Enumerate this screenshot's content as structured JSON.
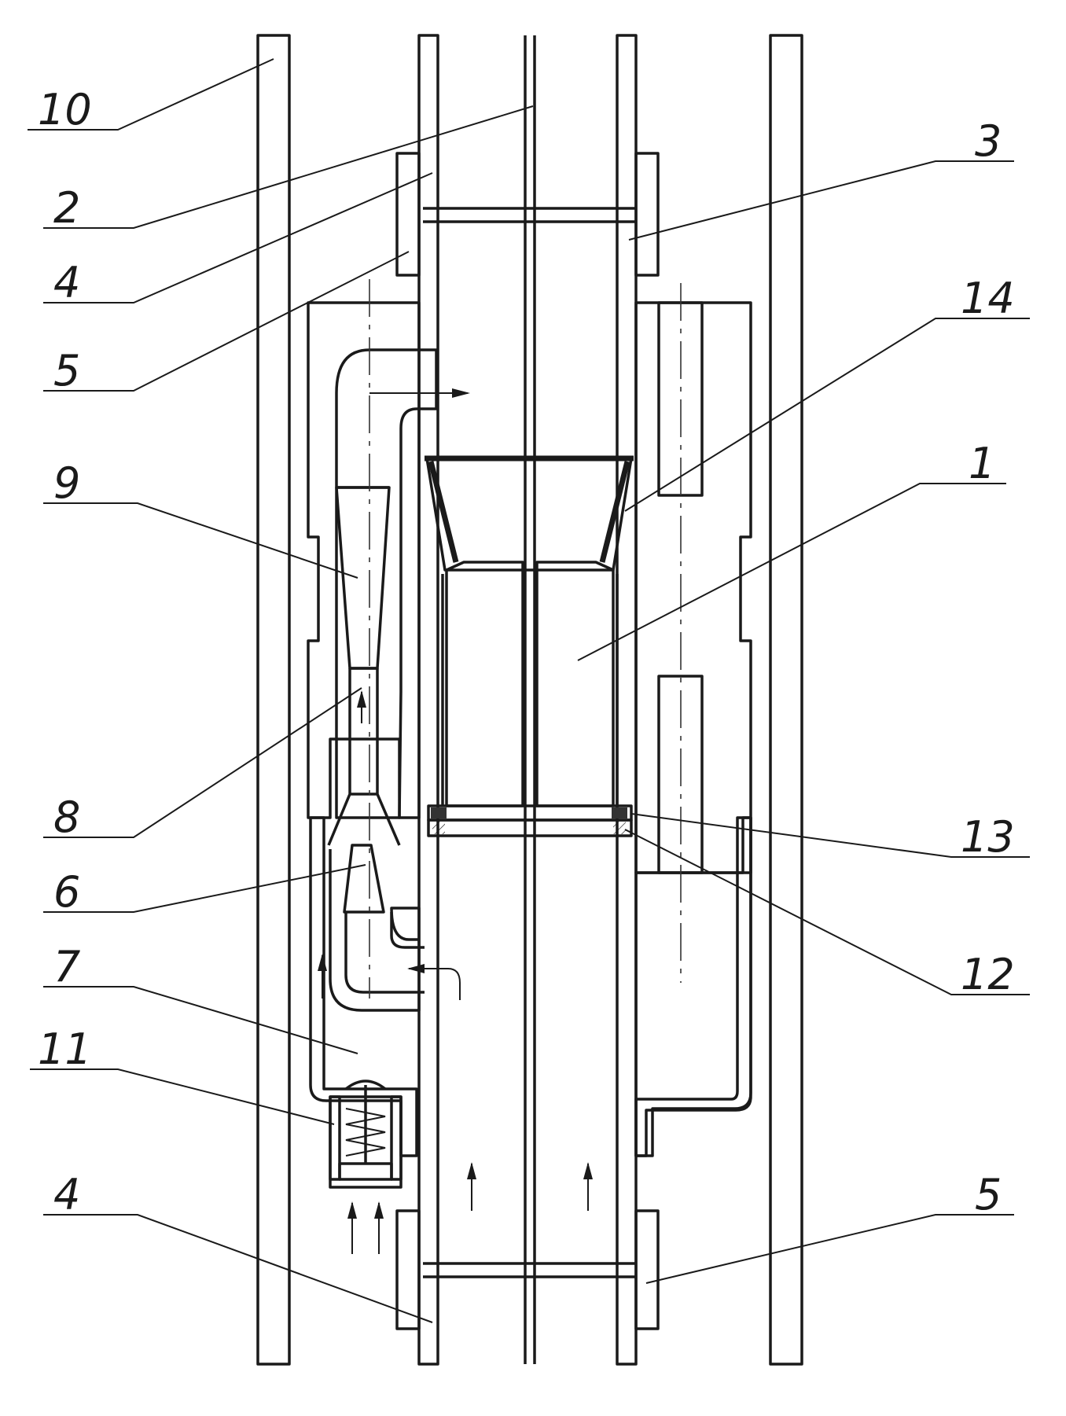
{
  "figure": {
    "labels": [
      {
        "id": "10-left",
        "text": "10"
      },
      {
        "id": "2",
        "text": "2"
      },
      {
        "id": "4-top",
        "text": "4"
      },
      {
        "id": "5-left",
        "text": "5"
      },
      {
        "id": "9",
        "text": "9"
      },
      {
        "id": "8",
        "text": "8"
      },
      {
        "id": "6",
        "text": "6"
      },
      {
        "id": "7",
        "text": "7"
      },
      {
        "id": "11",
        "text": "11"
      },
      {
        "id": "4-bottom",
        "text": "4"
      },
      {
        "id": "3",
        "text": "3"
      },
      {
        "id": "14",
        "text": "14"
      },
      {
        "id": "1",
        "text": "1"
      },
      {
        "id": "13",
        "text": "13"
      },
      {
        "id": "12",
        "text": "12"
      },
      {
        "id": "5-bottom",
        "text": "5"
      }
    ]
  }
}
